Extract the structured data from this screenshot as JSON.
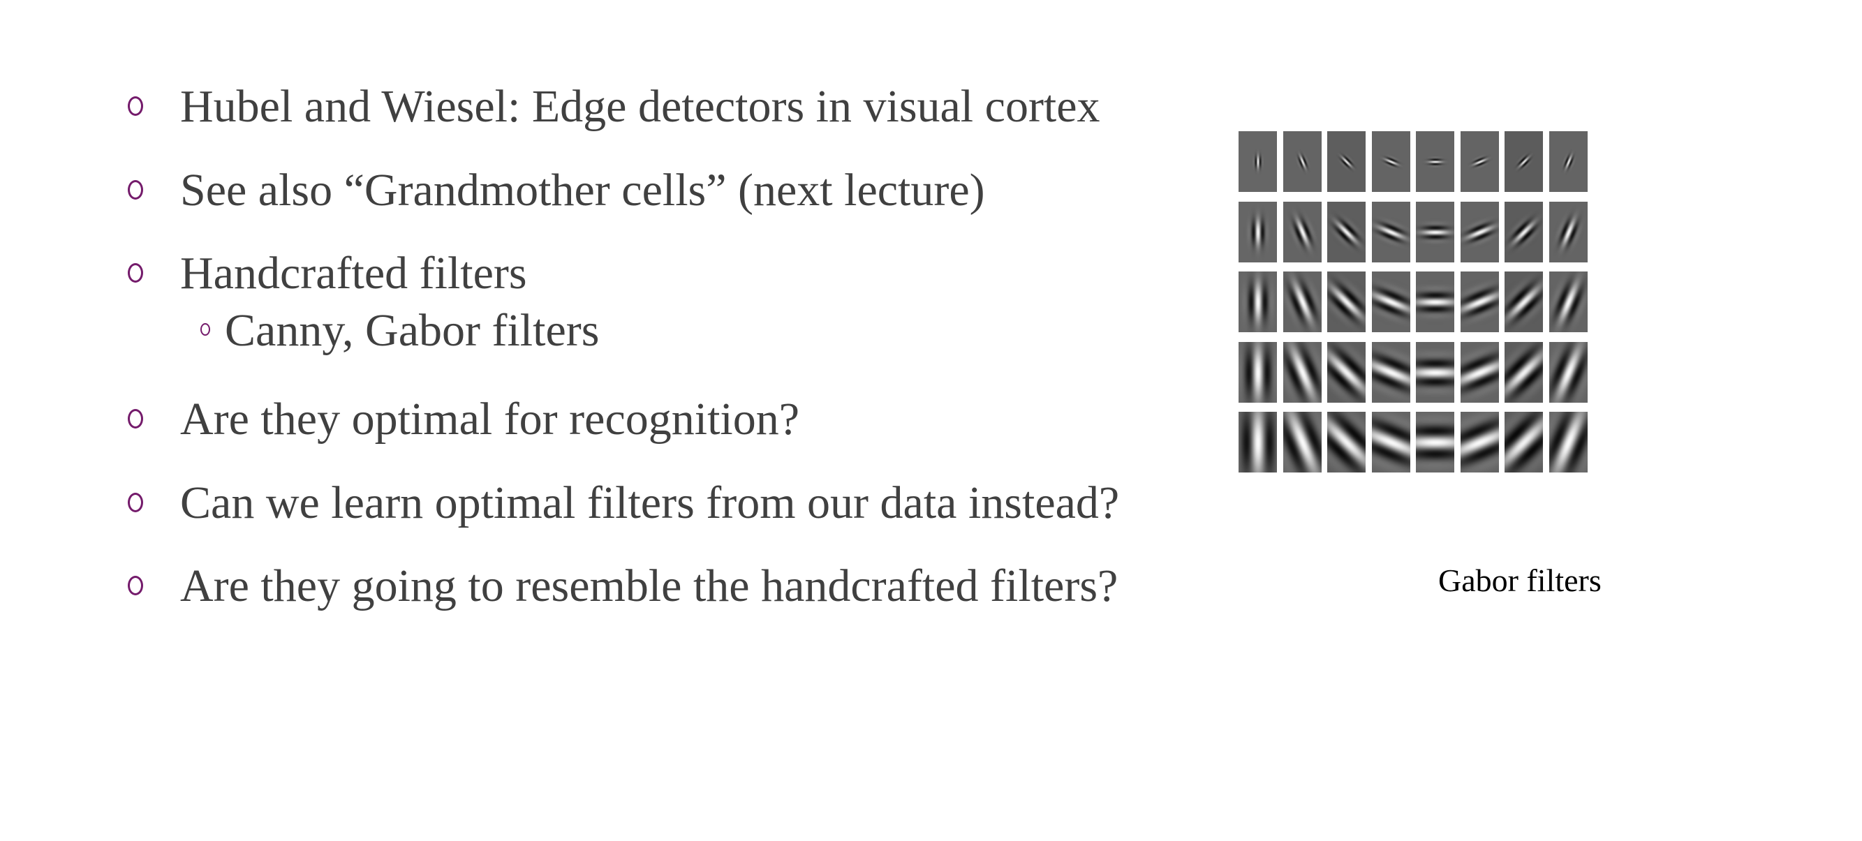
{
  "bullets": [
    {
      "text": "Hubel and Wiesel: Edge detectors in visual cortex"
    },
    {
      "text": "See also “Grandmother cells” (next lecture)"
    },
    {
      "text": "Handcrafted filters",
      "sub": [
        "Canny, Gabor filters"
      ]
    },
    {
      "text": "Are they optimal for recognition?"
    },
    {
      "text": "Can we learn optimal filters from our data instead?"
    },
    {
      "text": "Are they going to resemble the handcrafted filters?"
    }
  ],
  "figure": {
    "caption": "Gabor filters",
    "rows": 5,
    "columns": 8
  },
  "colors": {
    "bullet": "#741b6b",
    "text": "#404040"
  }
}
